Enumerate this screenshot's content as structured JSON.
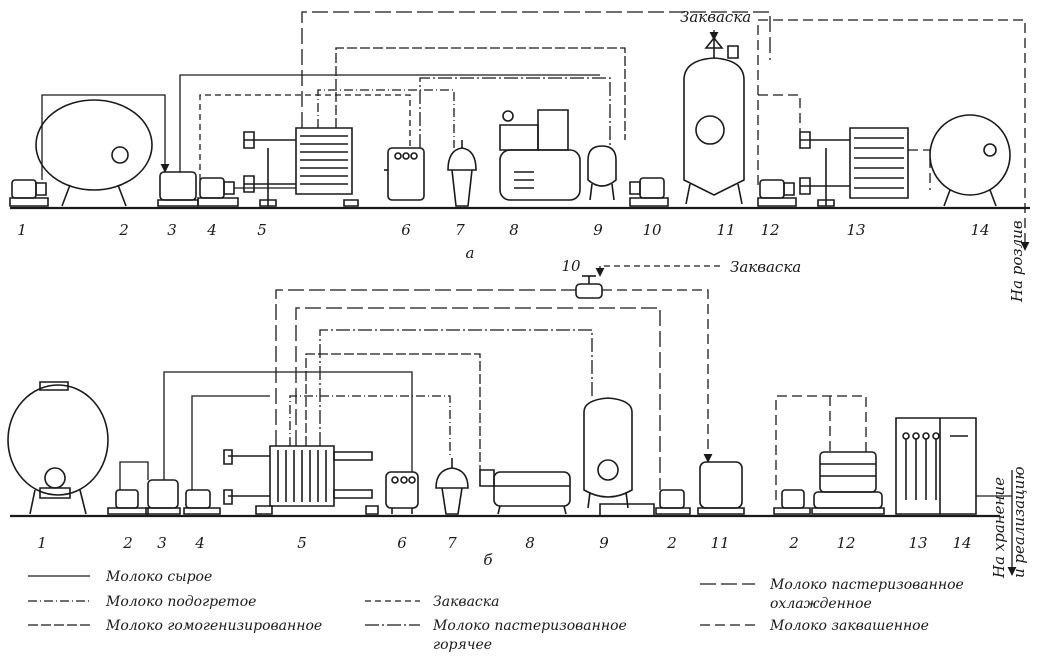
{
  "colors": {
    "ink": "#1a1a1a",
    "paper": "#ffffff"
  },
  "diagram_a": {
    "caption": "а",
    "starter_label": "Закваска",
    "output_label": "На розлив",
    "numbers": [
      "1",
      "2",
      "3",
      "4",
      "5",
      "6",
      "7",
      "8",
      "9",
      "10",
      "11",
      "12",
      "13",
      "14"
    ]
  },
  "diagram_b": {
    "caption": "б",
    "starter_label": "Закваска",
    "starter_pump_number": "10",
    "output_label": "На хранение и реализацию",
    "output_label_line1": "На хранение",
    "output_label_line2": "и реализацию",
    "numbers": [
      "1",
      "2",
      "3",
      "4",
      "5",
      "6",
      "7",
      "8",
      "9",
      "2",
      "11",
      "2",
      "12",
      "13",
      "14"
    ]
  },
  "legend": [
    {
      "key": "raw",
      "text": "Молоко сырое"
    },
    {
      "key": "heated",
      "text": "Молоко подогретое"
    },
    {
      "key": "homogenized",
      "text": "Молоко гомогенизированное"
    },
    {
      "key": "starter",
      "text": "Закваска"
    },
    {
      "key": "hot",
      "text": "Молоко пастеризованное горячее",
      "line1": "Молоко пастеризованное",
      "line2": "горячее"
    },
    {
      "key": "cooled",
      "text": "Молоко пастеризованное охлажденное",
      "line1": "Молоко пастеризованное",
      "line2": "охлажденное"
    },
    {
      "key": "fermented",
      "text": "Молоко заквашенное"
    }
  ]
}
